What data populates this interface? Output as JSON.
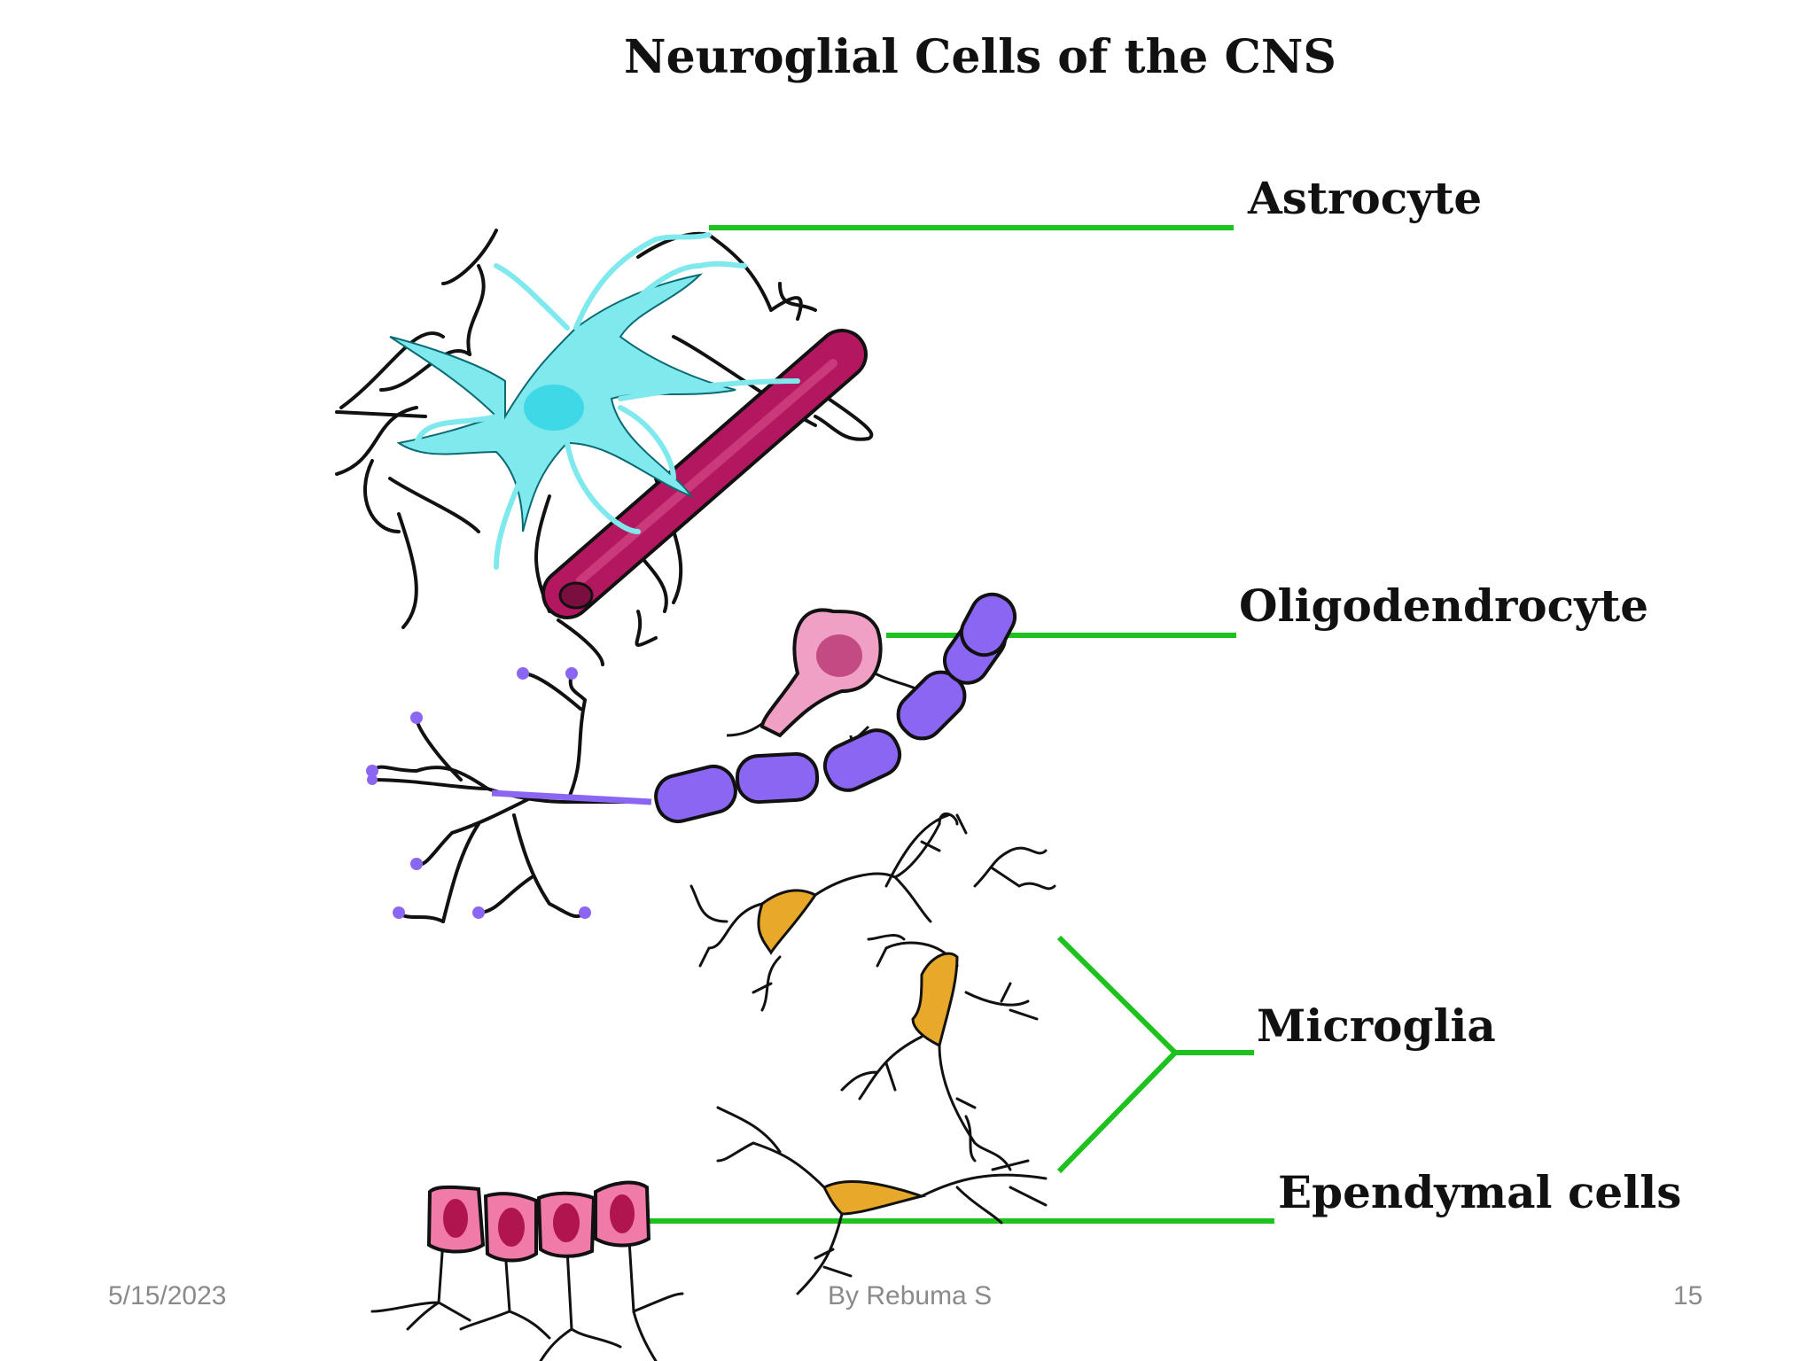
{
  "slide": {
    "title": "Neuroglial Cells of the CNS",
    "labels": {
      "astrocyte": "Astrocyte",
      "oligodendrocyte": "Oligodendrocyte",
      "microglia": "Microglia",
      "ependymal": "Ependymal cells"
    },
    "footer": {
      "date": "5/15/2023",
      "author": "By Rebuma S",
      "page_number": "15"
    }
  },
  "colors": {
    "leader_line": "#1ec21e",
    "astrocyte": "#7fe9ee",
    "blood_vessel": "#b3175f",
    "oligodendrocyte_body": "#f0a0c4",
    "myelin": "#8a66f2",
    "microglia": "#e8a92a",
    "ependymal": "#f07aa8"
  }
}
